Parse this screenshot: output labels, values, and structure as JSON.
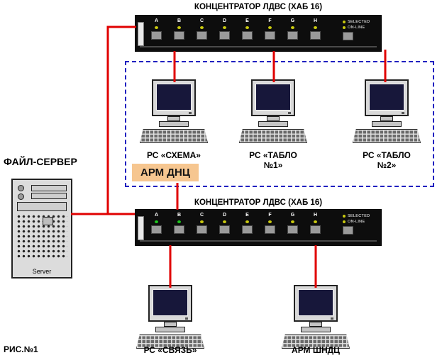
{
  "diagram": {
    "hub1": {
      "title": "КОНЦЕНТРАТОР ЛДВС (ХАБ 16)",
      "ports": [
        "A",
        "B",
        "C",
        "D",
        "E",
        "F",
        "G",
        "H"
      ],
      "indicators": [
        "SELECTED",
        "ON-LINE"
      ]
    },
    "hub2": {
      "title": "КОНЦЕНТРАТОР ЛДВС (ХАБ 16)",
      "ports": [
        "A",
        "B",
        "C",
        "D",
        "E",
        "F",
        "G",
        "H"
      ],
      "indicators": [
        "SELECTED",
        "ON-LINE"
      ]
    },
    "file_server": {
      "title": "ФАЙЛ-СЕРВЕР",
      "badge": "Server"
    },
    "arm_dnc_label": "АРМ ДНЦ",
    "workstations": {
      "schema": "РС «СХЕМА»",
      "tablo1": "РС «ТАБЛО №1»",
      "tablo2": "РС «ТАБЛО №2»",
      "svyaz": "РС «СВЯЗЬ»",
      "arm_shndc": "АРМ ШНДЦ"
    },
    "figure_label": "РИС.№1",
    "colors": {
      "cable_red": "#e00000",
      "lan_frame_blue": "#2020c0",
      "highlight_orange": "#f6c690",
      "led_yellow": "#c9c90f",
      "led_green": "#1dc51d"
    }
  }
}
